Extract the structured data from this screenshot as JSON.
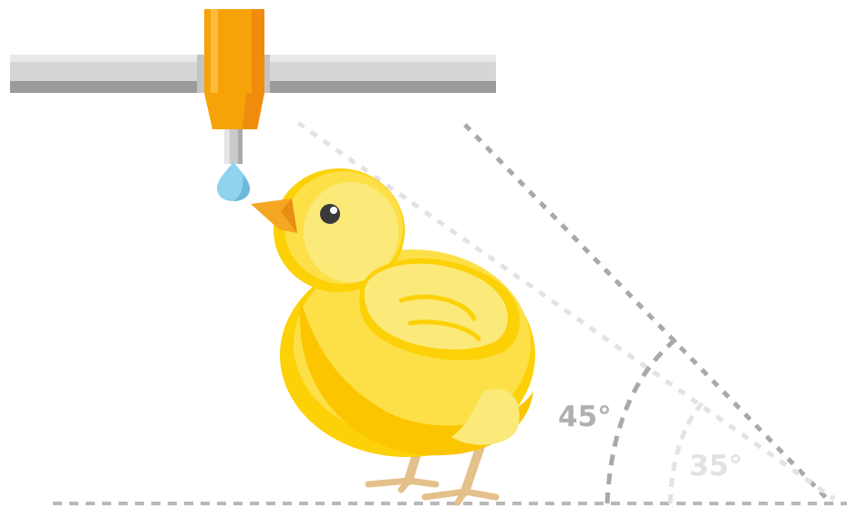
{
  "angles": {
    "steep": {
      "label": "45°",
      "color": "#b0b0b0"
    },
    "shallow": {
      "label": "35°",
      "color": "#e2e2e2"
    }
  },
  "colors": {
    "pipe_light": "#d6d6d6",
    "pipe_dark": "#999999",
    "nipple_orange": "#f7a20a",
    "nipple_dark": "#f08b0c",
    "water_drop": "#8fd3ee",
    "chick_body": "#fde047",
    "chick_shadow": "#fcd107",
    "chick_beak": "#f5a623",
    "chick_legs": "#e4c08a"
  },
  "icons": [
    "drinker-pipe",
    "nipple-drinker",
    "water-drop",
    "chick"
  ]
}
